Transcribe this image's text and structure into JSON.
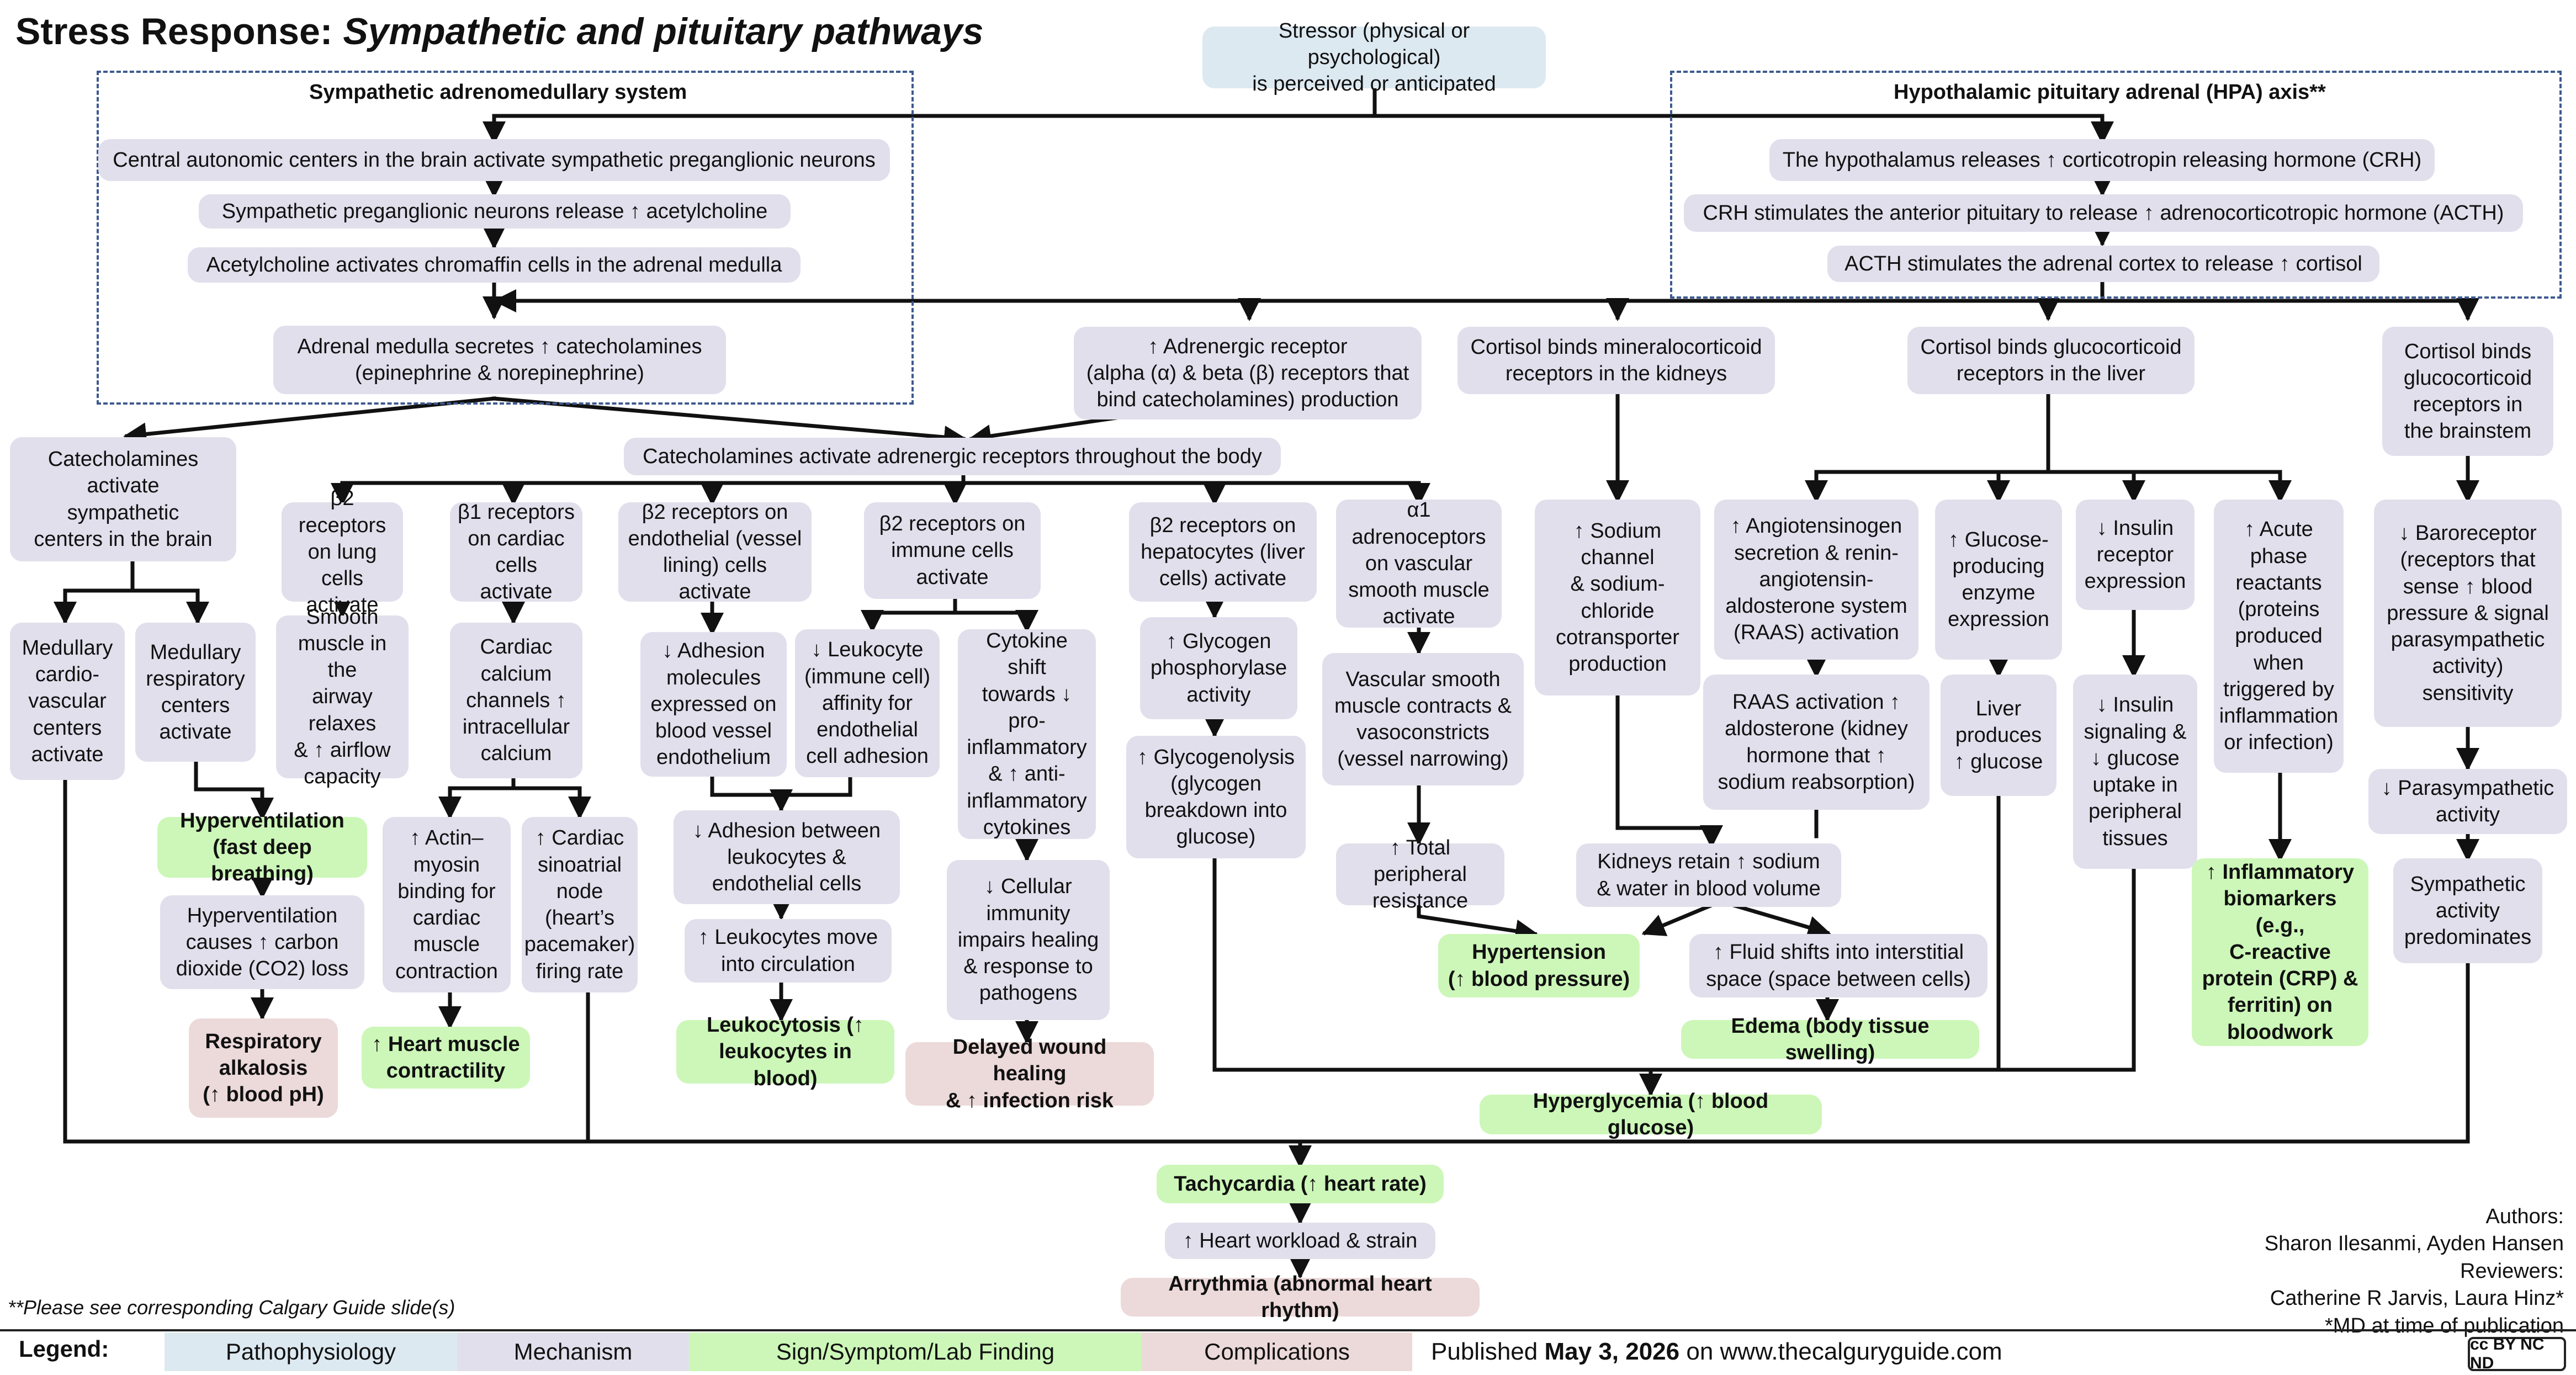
{
  "title": {
    "main": "Stress Response:",
    "sub": "Sympathetic and pituitary pathways"
  },
  "sections": {
    "sympathetic": "Sympathetic adrenomedullary system",
    "hpa": "Hypothalamic pituitary adrenal (HPA) axis**"
  },
  "nodes": {
    "stressor": "Stressor (physical or psychological)\nis perceived or anticipated",
    "central_autonomic": "Central autonomic centers in the brain activate sympathetic preganglionic neurons",
    "preganglionic_ach": "Sympathetic preganglionic neurons release ↑ acetylcholine",
    "ach_chromaffin": "Acetylcholine activates chromaffin cells in the adrenal medulla",
    "adrenal_medulla": "Adrenal medulla secretes ↑ catecholamines\n(epinephrine & norepinephrine)",
    "hypothalamus_crh": "The hypothalamus releases ↑ corticotropin releasing hormone (CRH)",
    "crh_acth": "CRH stimulates the anterior pituitary to release ↑ adrenocorticotropic hormone (ACTH)",
    "acth_cortisol": "ACTH stimulates the adrenal cortex to release ↑ cortisol",
    "adrenergic_receptor": "↑ Adrenergic receptor\n(alpha (α) & beta (β) receptors that\nbind catecholamines) production",
    "cortisol_mineralo": "Cortisol binds mineralocorticoid\nreceptors in the kidneys",
    "cortisol_gluco_liver": "Cortisol binds glucocorticoid\nreceptors in the liver",
    "cortisol_brainstem": "Cortisol binds\nglucocorticoid\nreceptors in\nthe brainstem",
    "catecholamines_brain": "Catecholamines\nactivate\nsympathetic\ncenters in the brain",
    "catecholamines_throughout": "Catecholamines activate adrenergic receptors throughout the body",
    "medullary_cardio": "Medullary\ncardio-\nvascular\ncenters\nactivate",
    "medullary_resp": "Medullary\nrespiratory\ncenters\nactivate",
    "b2_lung": "β2 receptors\non lung cells\nactivate",
    "smooth_airway": "Smooth\nmuscle in the\nairway relaxes\n& ↑ airflow\ncapacity",
    "b1_cardiac": "β1 receptors\non cardiac\ncells activate",
    "cardiac_calcium": "Cardiac\ncalcium\nchannels ↑\nintracellular\ncalcium",
    "actin_myosin": "↑ Actin–\nmyosin\nbinding for\ncardiac\nmuscle\ncontraction",
    "sinoatrial": "↑ Cardiac\nsinoatrial\nnode\n(heart’s\npacemaker)\nfiring rate",
    "b2_endothelial": "β2 receptors on\nendothelial (vessel\nlining) cells activate",
    "adhesion_molecules": "↓ Adhesion\nmolecules\nexpressed on\nblood vessel\nendothelium",
    "b2_immune": "β2 receptors on\nimmune cells\nactivate",
    "leukocyte_affinity": "↓ Leukocyte\n(immune cell)\naffinity for\nendothelial\ncell adhesion",
    "adhesion_between": "↓ Adhesion between\nleukocytes &\nendothelial cells",
    "leukocytes_move": "↑ Leukocytes move\ninto circulation",
    "cytokine_shift": "Cytokine shift\ntowards ↓\npro-\ninflammatory\n& ↑ anti-\ninflammatory\ncytokines",
    "cellular_immunity": "↓ Cellular\nimmunity\nimpairs healing\n& response to\npathogens",
    "b2_hepatocytes": "β2 receptors on\nhepatocytes (liver\ncells) activate",
    "glycogen_phosphorylase": "↑ Glycogen\nphosphorylase\nactivity",
    "glycogenolysis": "↑ Glycogenolysis\n(glycogen\nbreakdown into\nglucose)",
    "a1_adrenoceptors": "α1 adrenoceptors\non vascular\nsmooth muscle\nactivate",
    "vascular_smooth": "Vascular smooth\nmuscle contracts &\nvasoconstricts\n(vessel narrowing)",
    "total_peripheral": "↑ Total peripheral\nresistance",
    "sodium_channel": "↑ Sodium\nchannel\n& sodium-\nchloride\ncotransporter\nproduction",
    "angiotensinogen": "↑ Angiotensinogen\nsecretion & renin-\nangiotensin-\naldosterone system\n(RAAS) activation",
    "raas_aldosterone": "RAAS activation ↑\naldosterone (kidney\nhormone that ↑\nsodium reabsorption)",
    "kidneys_retain": "Kidneys retain ↑ sodium\n& water in blood volume",
    "fluid_shifts": "↑ Fluid shifts into interstitial\nspace (space between cells)",
    "glucose_enzyme": "↑ Glucose-\nproducing\nenzyme\nexpression",
    "liver_glucose": "Liver\nproduces\n↑ glucose",
    "insulin_receptor": "↓ Insulin\nreceptor\nexpression",
    "insulin_signaling": "↓ Insulin\nsignaling &\n↓ glucose\nuptake in\nperipheral\ntissues",
    "acute_phase": "↑ Acute\nphase\nreactants\n(proteins\nproduced\nwhen\ntriggered by\ninflammation\nor infection)",
    "baroreceptor": "↓ Baroreceptor\n(receptors that\nsense ↑ blood\npressure & signal\nparasympathetic\nactivity)\nsensitivity",
    "parasympathetic": "↓ Parasympathetic\nactivity",
    "sympathetic_predominates": "Sympathetic\nactivity\npredominates",
    "hyperventilation_causes": "Hyperventilation\ncauses ↑ carbon\ndioxide (CO2) loss",
    "heart_workload": "↑ Heart workload & strain"
  },
  "signs": {
    "hyperventilation": "Hyperventilation\n(fast deep breathing)",
    "heart_contractility": "↑ Heart muscle\ncontractility",
    "leukocytosis": "Leukocytosis (↑\nleukocytes in blood)",
    "hypertension": "Hypertension\n(↑ blood pressure)",
    "edema": "Edema (body tissue swelling)",
    "hyperglycemia": "Hyperglycemia (↑ blood glucose)",
    "tachycardia": "Tachycardia (↑ heart rate)",
    "inflammatory_biomarkers": "↑ Inflammatory\nbiomarkers (e.g.,\nC-reactive\nprotein (CRP) &\nferritin) on\nbloodwork"
  },
  "complications": {
    "respiratory_alkalosis": "Respiratory\nalkalosis\n(↑ blood pH)",
    "delayed_healing": "Delayed wound healing\n& ↑ infection risk",
    "arrythmia": "Arrythmia (abnormal heart rhythm)"
  },
  "footnote": "**Please see corresponding Calgary Guide slide(s)",
  "authors": "Authors:\nSharon Ilesanmi, Ayden Hansen\nReviewers:\nCatherine R Jarvis, Laura Hinz*\n*MD at time of publication",
  "legend": {
    "label": "Legend:",
    "items": [
      "Pathophysiology",
      "Mechanism",
      "Sign/Symptom/Lab Finding",
      "Complications"
    ]
  },
  "published": {
    "prefix": "Published",
    "date": "May 3, 2026",
    "suffix": "on www.thecalguryguide.com"
  },
  "license": "cc BY NC ND",
  "colors": {
    "pathophysiology": "#dde9f1",
    "mechanism": "#e1dfec",
    "sign": "#ccf7b8",
    "complication": "#ecd9d9",
    "dashed_border": "#3d5a8f"
  }
}
